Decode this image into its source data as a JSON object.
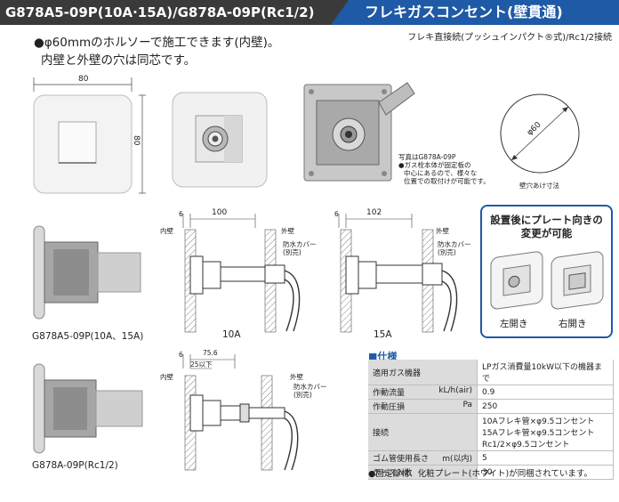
{
  "header": {
    "model_title": "G878A5-09P(10A·15A)/G878A-09P(Rc1/2)",
    "product_name": "フレキガスコンセント(壁貫通)",
    "subtitle": "フレキ直接続(プッシュインパクト®式)/Rc1/2接続"
  },
  "intro": {
    "line1": "●φ60mmのホルソーで施工できます(内壁)。",
    "line2": "内壁と外壁の穴は同芯です。"
  },
  "front_view": {
    "dim_width": "80",
    "dim_height": "80"
  },
  "photo": {
    "caption_title": "写真はG878A-09P",
    "caption_body": [
      "●ガス栓本体が固定板の",
      "中心にあるので、様々な",
      "位置での取付けが可能です。"
    ]
  },
  "hole": {
    "dim": "φ60",
    "caption": "壁穴あけ寸法"
  },
  "side_views": [
    {
      "caption": "G878A5-09P(10A、15A)"
    },
    {
      "caption": "G878A-09P(Rc1/2)"
    }
  ],
  "section_10A": {
    "dim_a": "6",
    "dim_b": "100",
    "inner": "内壁",
    "outer": "外壁",
    "cover": "防水カバー",
    "cover_note": "(別売)",
    "label": "10A"
  },
  "section_15A": {
    "dim_a": "6",
    "dim_b": "102",
    "outer": "外壁",
    "cover": "防水カバー",
    "cover_note": "(別売)",
    "label": "15A"
  },
  "section_rc": {
    "dim_a": "6",
    "dim_b": "75.6",
    "dim_c": "25以下",
    "inner": "内壁",
    "outer": "外壁",
    "cover": "防水カバー",
    "cover_note": "(別売)"
  },
  "callout": {
    "title_line1": "設置後にプレート向きの",
    "title_line2": "変更が可能",
    "left_label": "左開き",
    "right_label": "右開き"
  },
  "spec": {
    "title": "■仕様",
    "rows": [
      {
        "key": "適用ガス機器",
        "unit": "",
        "value": [
          "LPガス消費量10kW以下の機器まで"
        ]
      },
      {
        "key": "作動流量",
        "unit": "kL/h(air)",
        "value": [
          "0.9"
        ]
      },
      {
        "key": "作動圧損",
        "unit": "Pa",
        "value": [
          "250"
        ]
      },
      {
        "key": "接続",
        "unit": "",
        "value": [
          "10Aフレキ管×φ9.5コンセント",
          "15Aフレキ管×φ9.5コンセント",
          "Rc1/2×φ9.5コンセント"
        ]
      },
      {
        "key": "ゴム管使用長さ",
        "unit": "m(以内)",
        "value": [
          "5"
        ]
      },
      {
        "key": "ケース入数",
        "unit": "",
        "value": [
          "30"
        ]
      }
    ],
    "note": "●固定部材、化粧プレート(ホワイト)が同梱されています。"
  },
  "colors": {
    "header_dark": "#3a3a3a",
    "header_blue": "#1f5aa6",
    "spec_key_bg": "#dcdcdc"
  }
}
